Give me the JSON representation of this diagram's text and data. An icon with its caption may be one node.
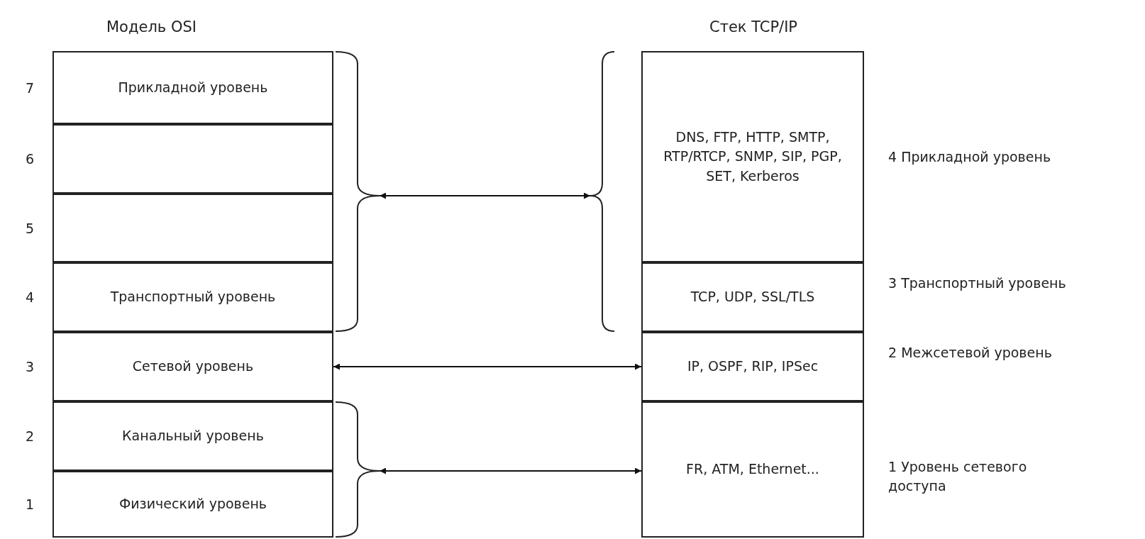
{
  "diagram": {
    "nodes": [
      {
        "text": [
          "Прикладной уровень"
        ],
        "beside": [
          "7"
        ]
      },
      {
        "text": [],
        "shape": "box",
        "beside": [
          "6"
        ]
      },
      {
        "text": [],
        "shape": "box",
        "beside": [
          "5"
        ]
      },
      {
        "text": [
          "Транспортный уровень"
        ],
        "beside": [
          "4"
        ]
      },
      {
        "text": [
          "Сетевой уровень"
        ],
        "beside": [
          "3"
        ]
      },
      {
        "text": [
          "Канальный уровень"
        ],
        "beside": [
          "2"
        ]
      },
      {
        "text": [
          "Физический уровень"
        ],
        "beside": [
          "1"
        ]
      },
      {
        "text": [
          "DNS, FTP, HTTP, SMTP, RTP/RTCP, SNMP, SIP, PGP, SET, Kerberos"
        ],
        "beside": [
          "4 Прикладной уровень"
        ]
      },
      {
        "text": [
          "TCP, UDP, SSL/TLS"
        ],
        "beside": [
          "3 Транспортный уровень"
        ]
      },
      {
        "text": [
          "IP, OSPF, RIP, IPSec"
        ],
        "beside": [
          "2 Межсетевой уровень"
        ]
      },
      {
        "text": [
          "FR, ATM, Ethernet..."
        ],
        "beside": [
          "1 Уровень сетевого доступа"
        ]
      },
      {
        "text": [],
        "shape": "brace"
      },
      {
        "text": [],
        "shape": "brace"
      },
      {
        "text": [],
        "shape": "brace"
      }
    ],
    "edges": [
      {
        "from": 11,
        "to": 12,
        "arrow": "both"
      },
      {
        "from": 4,
        "to": 9,
        "arrow": "both"
      },
      {
        "from": 13,
        "to": 10,
        "arrow": "both"
      }
    ],
    "labels": [
      "Модель OSI",
      "Стек TCP/IP"
    ]
  }
}
